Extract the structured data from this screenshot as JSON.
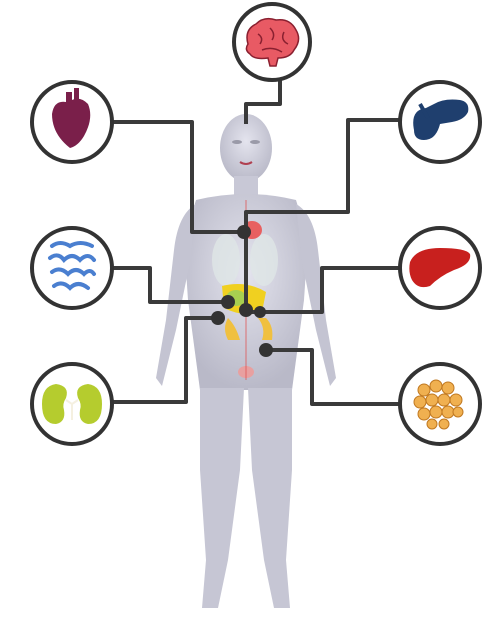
{
  "diagram": {
    "organs": [
      {
        "id": "brain",
        "name": "brain-icon",
        "color": "#e8505b"
      },
      {
        "id": "heart",
        "name": "heart-icon",
        "color": "#7a1f4a"
      },
      {
        "id": "pancreas",
        "name": "pancreas-icon",
        "color": "#1f3f6e"
      },
      {
        "id": "intestine",
        "name": "intestine-icon",
        "color": "#4a7fd0"
      },
      {
        "id": "liver",
        "name": "liver-icon",
        "color": "#c8201e"
      },
      {
        "id": "kidney",
        "name": "kidney-icon",
        "color": "#b5cc2e"
      },
      {
        "id": "adipose",
        "name": "fat-tissue-icon",
        "color": "#f0a040"
      }
    ],
    "colors": {
      "body": "#c9c9d6",
      "connector": "#3a3a3a",
      "circle_border": "#333333"
    }
  }
}
